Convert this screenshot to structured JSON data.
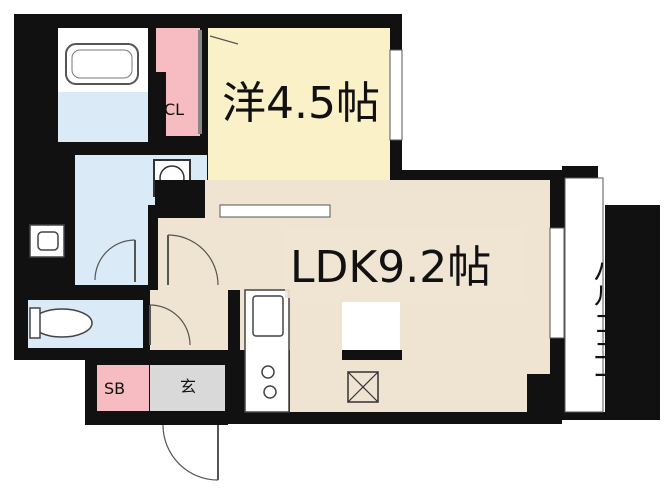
{
  "rooms": {
    "western": {
      "label": "洋4.5帖"
    },
    "ldk": {
      "label": "LDK9.2帖"
    },
    "closet": {
      "label": "CL"
    },
    "shoe_box": {
      "label": "SB"
    },
    "entrance": {
      "label": "玄"
    }
  },
  "balcony": {
    "chars": [
      "バ",
      "ル",
      "コ",
      "ニ",
      "ー"
    ]
  },
  "colors": {
    "wall": "#111111",
    "western_floor": "#fbf1c8",
    "ldk_floor": "#efe3d1",
    "wet_area": "#dbeaf7",
    "closet": "#f7bcc2",
    "entrance": "#d9d9d9",
    "balcony_floor": "#ffffff"
  }
}
